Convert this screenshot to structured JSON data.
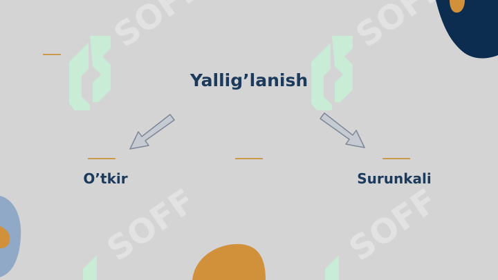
{
  "diagram": {
    "title": "Yallig’lanish",
    "branches": [
      {
        "label": "O’tkir"
      },
      {
        "label": "Surunkali"
      }
    ]
  },
  "colors": {
    "background": "#d4d4d4",
    "navy": "#0c2d4f",
    "orange": "#d1903a",
    "steel_blue": "#8fa9c6",
    "text": "#1b3a5c",
    "watermark_green": "#c8ecd6",
    "arrow_fill": "#c6cbd3",
    "arrow_stroke": "#7c8694"
  },
  "watermark": {
    "text": "SOFF"
  }
}
